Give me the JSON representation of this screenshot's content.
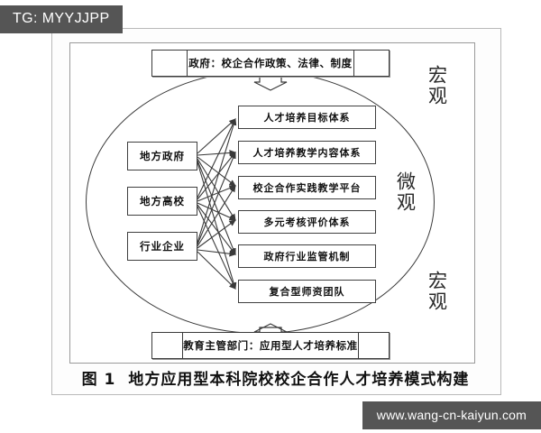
{
  "overlay": {
    "tg_badge": "TG: MYYJJPP",
    "watermark": "www.wang-cn-kaiyun.com"
  },
  "figure": {
    "caption_number": "图 1",
    "caption_text": "地方应用型本科院校校企合作人才培养模式构建",
    "banner_top": "政府：校企合作政策、法律、制度",
    "banner_bottom": "教育主管部门：应用型人才培养标准",
    "side_labels": {
      "macro_top": "宏观",
      "micro": "微观",
      "macro_bottom": "宏观"
    },
    "actors": [
      {
        "label": "地方政府"
      },
      {
        "label": "地方高校"
      },
      {
        "label": "行业企业"
      }
    ],
    "systems": [
      {
        "label": "人才培养目标体系"
      },
      {
        "label": "人才培养教学内容体系"
      },
      {
        "label": "校企合作实践教学平台"
      },
      {
        "label": "多元考核评价体系"
      },
      {
        "label": "政府行业监管机制"
      },
      {
        "label": "复合型师资团队"
      }
    ],
    "colors": {
      "stroke": "#3f3f3f",
      "frame": "#9a9a9a",
      "badge_bg": "#555555",
      "text": "#111111"
    }
  }
}
